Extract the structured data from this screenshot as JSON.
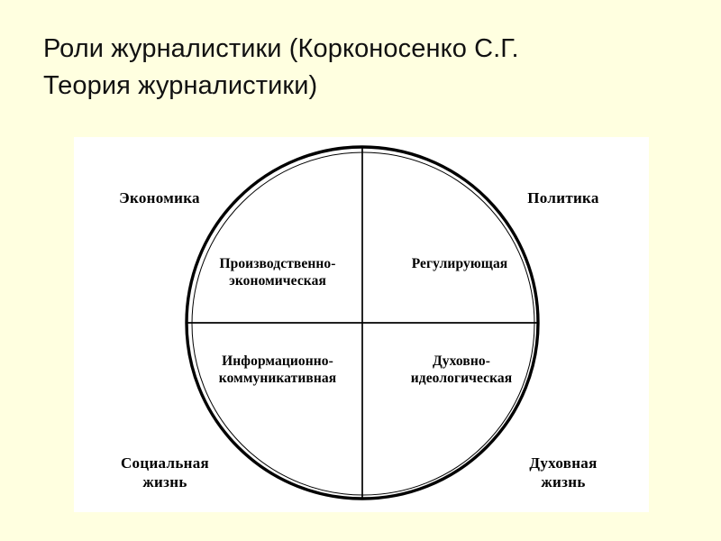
{
  "slide": {
    "title": "Роли журналистики (Корконосенко С.Г.\nТеория журналистики)",
    "background_color": "#ffffe0",
    "panel_color": "#ffffff",
    "ink_color": "#000000"
  },
  "diagram": {
    "type": "quadrant-circle",
    "outer_labels": [
      {
        "id": "economics",
        "label": "Экономика",
        "position": "top-left"
      },
      {
        "id": "politics",
        "label": "Политика",
        "position": "top-right"
      },
      {
        "id": "social",
        "label": "Социальная\nжизнь",
        "position": "bottom-left"
      },
      {
        "id": "spiritual",
        "label": "Духовная\nжизнь",
        "position": "bottom-right"
      }
    ],
    "quadrants": [
      {
        "id": "production",
        "label": "Производственно-\nэкономическая",
        "position": "top-left"
      },
      {
        "id": "regulating",
        "label": "Регулирующая",
        "position": "top-right"
      },
      {
        "id": "information",
        "label": "Информационно-\nкоммуникативная",
        "position": "bottom-left"
      },
      {
        "id": "ideological",
        "label": "Духовно-\nидеологическая",
        "position": "bottom-right"
      }
    ]
  }
}
